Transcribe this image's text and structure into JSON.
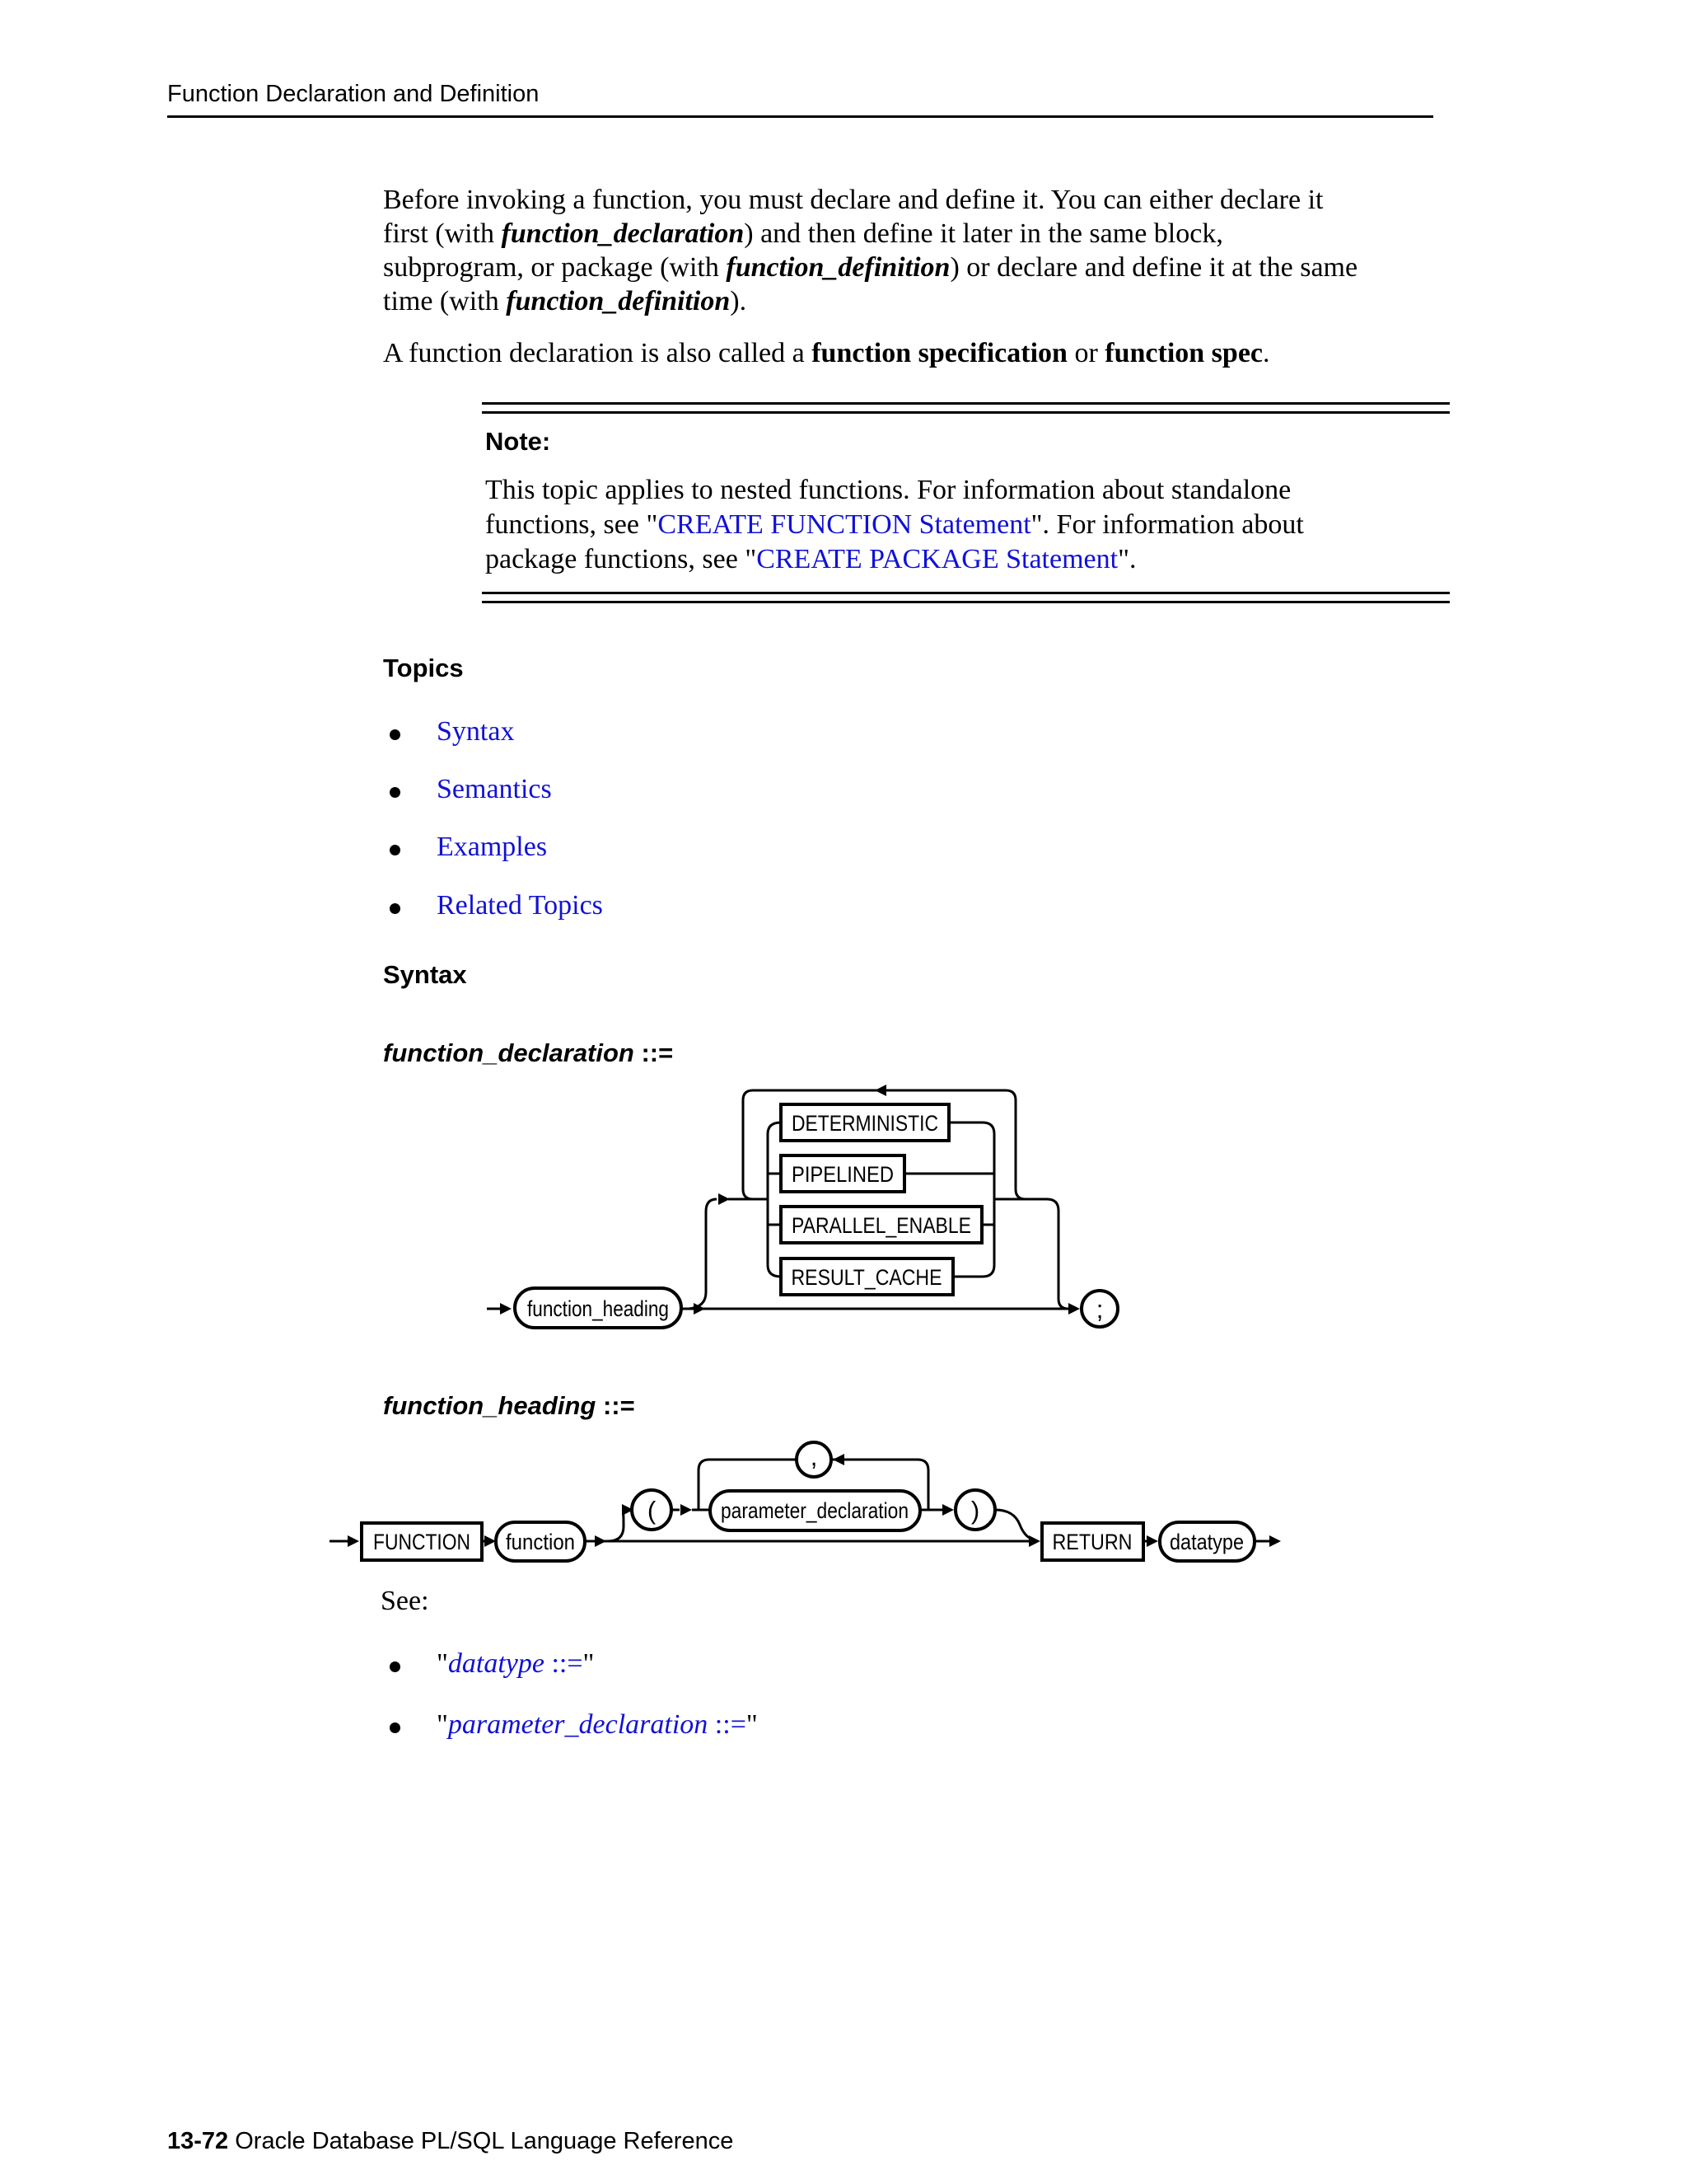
{
  "header": {
    "title": "Function Declaration and Definition"
  },
  "intro": {
    "segments": [
      {
        "t": "Before invoking a function, you must declare and define it. You can either declare it\nfirst (with "
      },
      {
        "t": "function_declaration",
        "c": "term"
      },
      {
        "t": ") and then define it later in the same block,\nsubprogram, or package (with "
      },
      {
        "t": "function_definition",
        "c": "term"
      },
      {
        "t": ") or declare and define it at the same\ntime (with "
      },
      {
        "t": "function_definition",
        "c": "term"
      },
      {
        "t": ")."
      }
    ]
  },
  "spec_line": {
    "segments": [
      {
        "t": "A function declaration is also called a "
      },
      {
        "t": "function specification",
        "c": "b"
      },
      {
        "t": " or "
      },
      {
        "t": "function spec",
        "c": "b"
      },
      {
        "t": "."
      }
    ]
  },
  "note": {
    "label": "Note:",
    "segments": [
      {
        "t": "This topic applies to nested functions. For information about standalone\nfunctions, see \""
      },
      {
        "t": "CREATE FUNCTION Statement",
        "c": "l"
      },
      {
        "t": "\". For information about\npackage functions, see \""
      },
      {
        "t": "CREATE PACKAGE Statement",
        "c": "l"
      },
      {
        "t": "\"."
      }
    ]
  },
  "topics": {
    "heading": "Topics",
    "items": [
      "Syntax",
      "Semantics",
      "Examples",
      "Related Topics"
    ]
  },
  "syntax": {
    "heading": "Syntax",
    "decl_label": {
      "name": "function_declaration",
      "suffix": " ::="
    },
    "head_label": {
      "name": "function_heading",
      "suffix": " ::="
    },
    "see_label": "See:",
    "see_items": [
      {
        "segments": [
          {
            "t": "\""
          },
          {
            "t": "datatype",
            "c": "li"
          },
          {
            "t": " ::=",
            "c": "l"
          },
          {
            "t": "\""
          }
        ]
      },
      {
        "segments": [
          {
            "t": "\""
          },
          {
            "t": "parameter_declaration",
            "c": "li"
          },
          {
            "t": " ::=",
            "c": "l"
          },
          {
            "t": "\""
          }
        ]
      }
    ]
  },
  "diagram1": {
    "start": "function_heading",
    "options": [
      "DETERMINISTIC",
      "PIPELINED",
      "PARALLEL_ENABLE",
      "RESULT_CACHE"
    ],
    "terminator": ";"
  },
  "diagram2": {
    "keyword1": "FUNCTION",
    "name": "function",
    "open_paren": "(",
    "param": "parameter_declaration",
    "comma": ",",
    "close_paren": ")",
    "keyword2": "RETURN",
    "datatype": "datatype"
  },
  "footer": {
    "page_number": "13-72",
    "book_title": "Oracle Database PL/SQL Language Reference"
  }
}
